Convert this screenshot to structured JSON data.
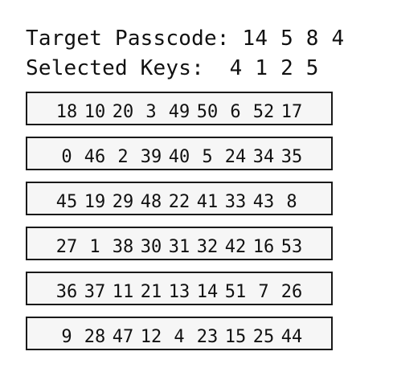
{
  "header": {
    "target_label": "Target Passcode:",
    "target_code": "14 5 8 4",
    "selected_label": "Selected Keys:",
    "selected_keys": "4 1 2 5"
  },
  "keypad": {
    "rows": [
      [
        "18",
        "10",
        "20",
        "3",
        "49",
        "50",
        "6",
        "52",
        "17"
      ],
      [
        "0",
        "46",
        "2",
        "39",
        "40",
        "5",
        "24",
        "34",
        "35"
      ],
      [
        "45",
        "19",
        "29",
        "48",
        "22",
        "41",
        "33",
        "43",
        "8"
      ],
      [
        "27",
        "1",
        "38",
        "30",
        "31",
        "32",
        "42",
        "16",
        "53"
      ],
      [
        "36",
        "37",
        "11",
        "21",
        "13",
        "14",
        "51",
        "7",
        "26"
      ],
      [
        "9",
        "28",
        "47",
        "12",
        "4",
        "23",
        "15",
        "25",
        "44"
      ]
    ]
  }
}
